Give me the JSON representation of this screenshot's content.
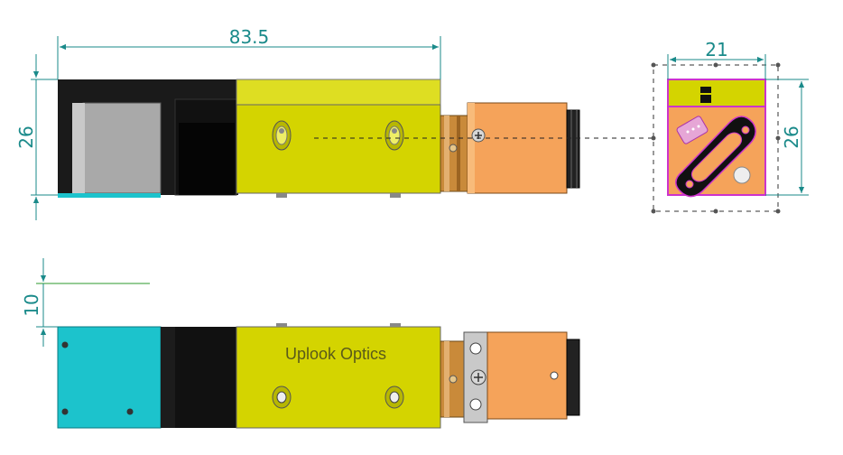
{
  "dimensions": {
    "overall_length": "83.5",
    "side_height": "26",
    "end_width": "21",
    "end_height": "26",
    "bottom_offset": "10"
  },
  "brand_text": "Uplook Optics",
  "colors": {
    "dimension": "#1a8a8a",
    "body_yellow": "#d4d400",
    "camera_orange": "#f5a35a",
    "cyan_block": "#1cc3cc",
    "black_block": "#1a1a1a",
    "gray_window": "#a9a9a9",
    "magenta_outline": "#cc33cc",
    "brass": "#c98a3a"
  }
}
